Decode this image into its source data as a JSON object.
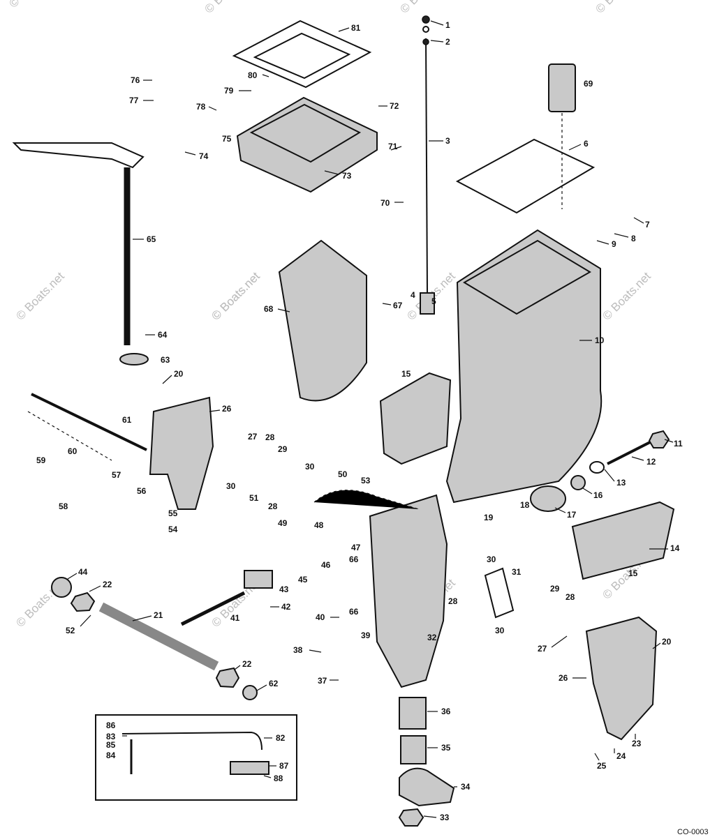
{
  "watermark": {
    "text": "© Boats.net"
  },
  "figure_code": "CO-0003",
  "callouts": [
    {
      "id": "c1",
      "label": "1"
    },
    {
      "id": "c2",
      "label": "2"
    },
    {
      "id": "c3",
      "label": "3"
    },
    {
      "id": "c4",
      "label": "4"
    },
    {
      "id": "c5",
      "label": "5"
    },
    {
      "id": "c6",
      "label": "6"
    },
    {
      "id": "c7",
      "label": "7"
    },
    {
      "id": "c8",
      "label": "8"
    },
    {
      "id": "c9",
      "label": "9"
    },
    {
      "id": "c10",
      "label": "10"
    },
    {
      "id": "c11",
      "label": "11"
    },
    {
      "id": "c12",
      "label": "12"
    },
    {
      "id": "c13",
      "label": "13"
    },
    {
      "id": "c14",
      "label": "14"
    },
    {
      "id": "c15a",
      "label": "15"
    },
    {
      "id": "c15b",
      "label": "15"
    },
    {
      "id": "c16",
      "label": "16"
    },
    {
      "id": "c17",
      "label": "17"
    },
    {
      "id": "c18",
      "label": "18"
    },
    {
      "id": "c19",
      "label": "19"
    },
    {
      "id": "c20a",
      "label": "20"
    },
    {
      "id": "c20b",
      "label": "20"
    },
    {
      "id": "c21",
      "label": "21"
    },
    {
      "id": "c22a",
      "label": "22"
    },
    {
      "id": "c22b",
      "label": "22"
    },
    {
      "id": "c23",
      "label": "23"
    },
    {
      "id": "c24",
      "label": "24"
    },
    {
      "id": "c25",
      "label": "25"
    },
    {
      "id": "c26a",
      "label": "26"
    },
    {
      "id": "c26b",
      "label": "26"
    },
    {
      "id": "c27a",
      "label": "27"
    },
    {
      "id": "c27b",
      "label": "27"
    },
    {
      "id": "c28a",
      "label": "28"
    },
    {
      "id": "c28b",
      "label": "28"
    },
    {
      "id": "c28c",
      "label": "28"
    },
    {
      "id": "c28d",
      "label": "28"
    },
    {
      "id": "c29a",
      "label": "29"
    },
    {
      "id": "c29b",
      "label": "29"
    },
    {
      "id": "c30a",
      "label": "30"
    },
    {
      "id": "c30b",
      "label": "30"
    },
    {
      "id": "c30c",
      "label": "30"
    },
    {
      "id": "c30d",
      "label": "30"
    },
    {
      "id": "c31",
      "label": "31"
    },
    {
      "id": "c32",
      "label": "32"
    },
    {
      "id": "c33",
      "label": "33"
    },
    {
      "id": "c34",
      "label": "34"
    },
    {
      "id": "c35",
      "label": "35"
    },
    {
      "id": "c36",
      "label": "36"
    },
    {
      "id": "c37",
      "label": "37"
    },
    {
      "id": "c38",
      "label": "38"
    },
    {
      "id": "c39",
      "label": "39"
    },
    {
      "id": "c40",
      "label": "40"
    },
    {
      "id": "c41",
      "label": "41"
    },
    {
      "id": "c42",
      "label": "42"
    },
    {
      "id": "c43",
      "label": "43"
    },
    {
      "id": "c44",
      "label": "44"
    },
    {
      "id": "c45",
      "label": "45"
    },
    {
      "id": "c46",
      "label": "46"
    },
    {
      "id": "c47",
      "label": "47"
    },
    {
      "id": "c48",
      "label": "48"
    },
    {
      "id": "c49",
      "label": "49"
    },
    {
      "id": "c50",
      "label": "50"
    },
    {
      "id": "c51",
      "label": "51"
    },
    {
      "id": "c52",
      "label": "52"
    },
    {
      "id": "c53",
      "label": "53"
    },
    {
      "id": "c54",
      "label": "54"
    },
    {
      "id": "c55",
      "label": "55"
    },
    {
      "id": "c56",
      "label": "56"
    },
    {
      "id": "c57",
      "label": "57"
    },
    {
      "id": "c58",
      "label": "58"
    },
    {
      "id": "c59",
      "label": "59"
    },
    {
      "id": "c60",
      "label": "60"
    },
    {
      "id": "c61",
      "label": "61"
    },
    {
      "id": "c62",
      "label": "62"
    },
    {
      "id": "c63",
      "label": "63"
    },
    {
      "id": "c64",
      "label": "64"
    },
    {
      "id": "c65",
      "label": "65"
    },
    {
      "id": "c66a",
      "label": "66"
    },
    {
      "id": "c66b",
      "label": "66"
    },
    {
      "id": "c67",
      "label": "67"
    },
    {
      "id": "c68",
      "label": "68"
    },
    {
      "id": "c69",
      "label": "69"
    },
    {
      "id": "c70",
      "label": "70"
    },
    {
      "id": "c71",
      "label": "71"
    },
    {
      "id": "c72",
      "label": "72"
    },
    {
      "id": "c73",
      "label": "73"
    },
    {
      "id": "c74",
      "label": "74"
    },
    {
      "id": "c75",
      "label": "75"
    },
    {
      "id": "c76",
      "label": "76"
    },
    {
      "id": "c77",
      "label": "77"
    },
    {
      "id": "c78",
      "label": "78"
    },
    {
      "id": "c79",
      "label": "79"
    },
    {
      "id": "c80",
      "label": "80"
    },
    {
      "id": "c81",
      "label": "81"
    },
    {
      "id": "c82",
      "label": "82"
    },
    {
      "id": "c83",
      "label": "83"
    },
    {
      "id": "c84",
      "label": "84"
    },
    {
      "id": "c85",
      "label": "85"
    },
    {
      "id": "c86",
      "label": "86"
    },
    {
      "id": "c87",
      "label": "87"
    },
    {
      "id": "c88",
      "label": "88"
    }
  ]
}
